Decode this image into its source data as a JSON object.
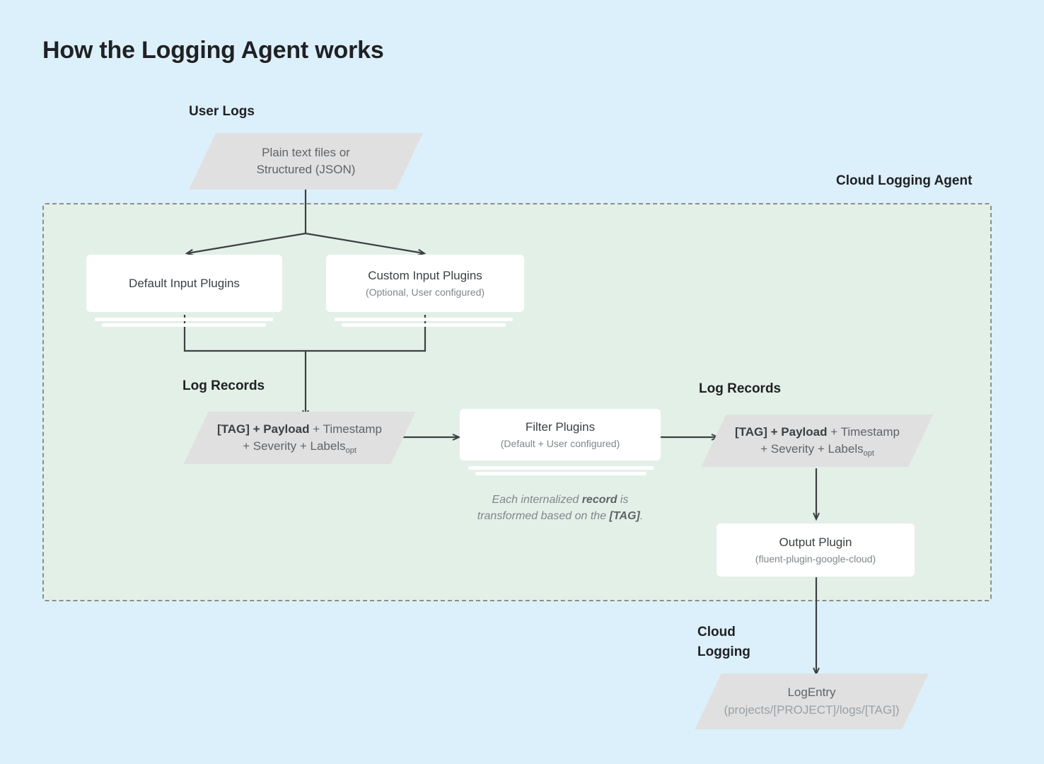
{
  "page": {
    "title": "How the Logging Agent works",
    "background_color": "#dcf0fb",
    "agent_region_color": "#e3f0e8",
    "node_gray": "#e0e0e0",
    "line_color": "#3c4043"
  },
  "labels": {
    "user_logs": "User Logs",
    "cloud_logging_agent": "Cloud Logging Agent",
    "log_records_left": "Log Records",
    "log_records_right": "Log Records",
    "cloud_logging": "Cloud\nLogging"
  },
  "nodes": {
    "user_logs_source": {
      "shape": "parallelogram",
      "line1": "Plain text files or",
      "line2": "Structured (JSON)"
    },
    "default_input_plugins": {
      "shape": "stacked-card",
      "title": "Default Input Plugins",
      "subtitle": ""
    },
    "custom_input_plugins": {
      "shape": "stacked-card",
      "title": "Custom Input Plugins",
      "subtitle": "(Optional, User configured)"
    },
    "log_record_left": {
      "shape": "parallelogram",
      "line1_bold": "[TAG] + Payload",
      "line1_rest": " + Timestamp",
      "line2": "+ Severity + Labels",
      "line2_sub": "opt"
    },
    "filter_plugins": {
      "shape": "stacked-card",
      "title": "Filter Plugins",
      "subtitle": "(Default + User configured)"
    },
    "log_record_right": {
      "shape": "parallelogram",
      "line1_bold": "[TAG] + Payload",
      "line1_rest": " + Timestamp",
      "line2": "+ Severity + Labels",
      "line2_sub": "opt"
    },
    "output_plugin": {
      "shape": "card",
      "title": "Output Plugin",
      "subtitle": "(fluent-plugin-google-cloud)"
    },
    "log_entry": {
      "shape": "parallelogram",
      "line1": "LogEntry",
      "line2": "(projects/[PROJECT]/logs/[TAG])"
    }
  },
  "annotations": {
    "transform_note_a": "Each internalized ",
    "transform_note_b": "record",
    "transform_note_c": " is",
    "transform_note_d": "transformed based on the ",
    "transform_note_e": "[TAG]",
    "transform_note_f": "."
  }
}
